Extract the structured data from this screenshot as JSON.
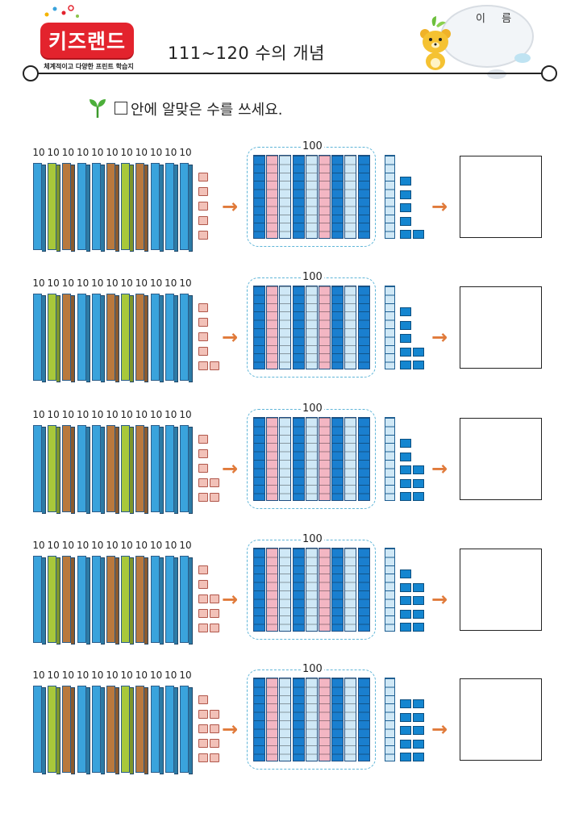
{
  "header": {
    "logo_text": "키즈랜드",
    "logo_subtitle": "체계적이고 다양한 프린트 학습지",
    "title": "111~120 수의 개념",
    "name_label": "이 름"
  },
  "instruction": {
    "text": "안에 알맞은 수를 쓰세요.",
    "icon": "sprout-icon"
  },
  "colors": {
    "logo_red": "#e3232d",
    "arrow_orange": "#e07a3a",
    "rod_blue": "#3aa3dc",
    "rod_green": "#a8c83a",
    "rod_brown": "#b9793e",
    "hundred_blue": "#1a7fcf",
    "hundred_pink": "#f3b6c3",
    "hundred_light": "#cfe8f6",
    "frame_dash": "#5fb5d8"
  },
  "problems": [
    {
      "ten_label": "10",
      "hundred_label": "100",
      "rods": 11,
      "loose_ones": 5,
      "tens_columns": 1,
      "ones_cubes": 6,
      "answer": ""
    },
    {
      "ten_label": "10",
      "hundred_label": "100",
      "rods": 11,
      "loose_ones": 6,
      "tens_columns": 1,
      "ones_cubes": 7,
      "answer": ""
    },
    {
      "ten_label": "10",
      "hundred_label": "100",
      "rods": 11,
      "loose_ones": 7,
      "tens_columns": 1,
      "ones_cubes": 8,
      "answer": ""
    },
    {
      "ten_label": "10",
      "hundred_label": "100",
      "rods": 11,
      "loose_ones": 8,
      "tens_columns": 1,
      "ones_cubes": 9,
      "answer": ""
    },
    {
      "ten_label": "10",
      "hundred_label": "100",
      "rods": 11,
      "loose_ones": 9,
      "tens_columns": 1,
      "ones_cubes": 10,
      "answer": ""
    }
  ]
}
